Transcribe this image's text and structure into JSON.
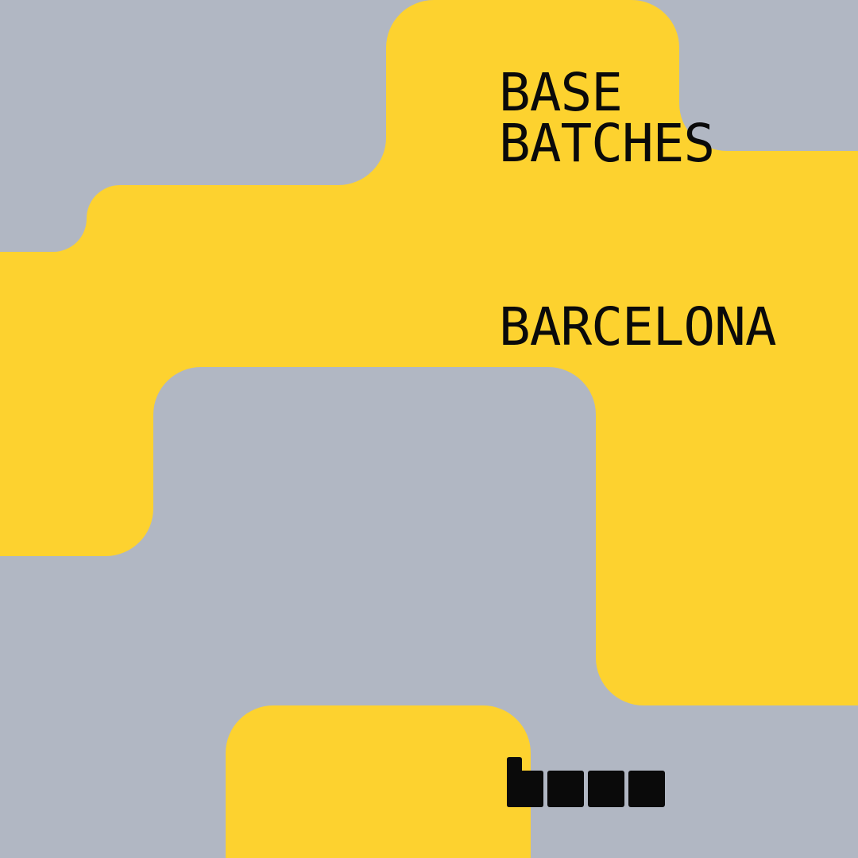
{
  "title": {
    "line1": "BASE",
    "line2": "BATCHES",
    "city": "BARCELONA"
  },
  "colors": {
    "background": "#b1b7c3",
    "accent": "#fdd22f",
    "text": "#0a0a0a"
  },
  "logo": {
    "icon": "base-logo-icon",
    "text": "base"
  }
}
